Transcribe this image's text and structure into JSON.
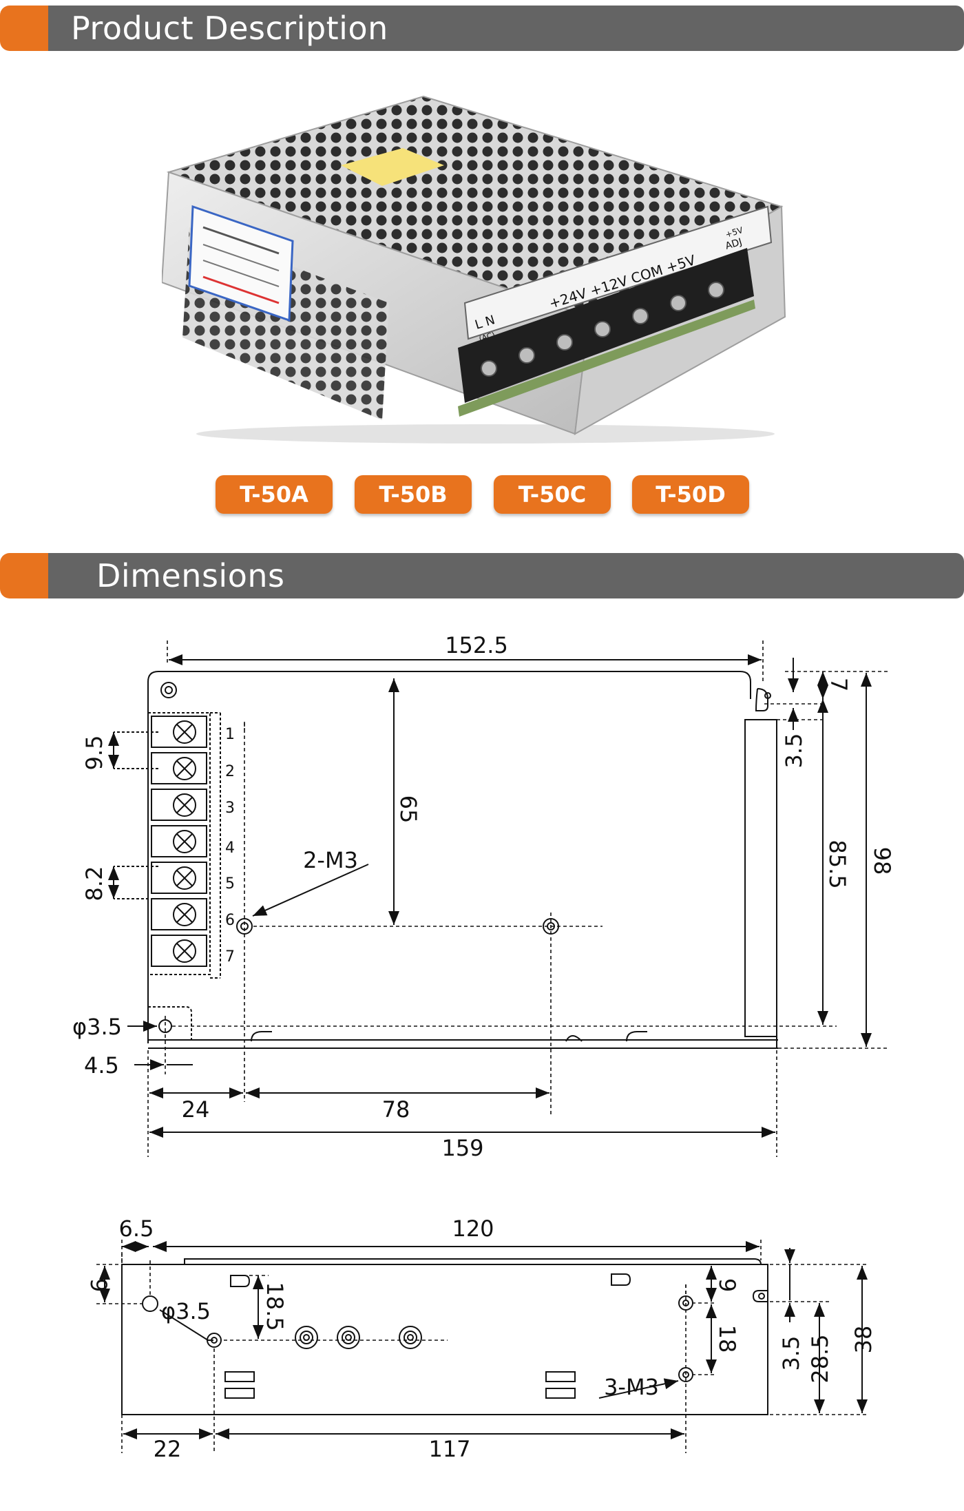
{
  "sections": {
    "product": {
      "title": "Product Description"
    },
    "dimensions": {
      "title": "Dimensions"
    }
  },
  "product_photo": {
    "label_lines": [
      "L N",
      "(AC)",
      "+24V +12V COM +5V",
      "+5V",
      "ADJ"
    ]
  },
  "models": [
    "T-50A",
    "T-50B",
    "T-50C",
    "T-50D"
  ],
  "colors": {
    "accent": "#e8731e",
    "bar_grey": "#646464"
  },
  "top_drawing": {
    "dims": {
      "overall_width": "152.5",
      "vertical_65": "65",
      "pitch_a": "9.5",
      "pitch_b": "8.2",
      "screw_label": "2-M3",
      "hole_dia": "φ3.5",
      "offset_small": "4.5",
      "offset_24": "24",
      "spacing_78": "78",
      "length_159": "159",
      "right_7": "7",
      "right_3_5": "3.5",
      "right_85_5": "85.5",
      "right_98": "98"
    },
    "terminal_numbers": [
      "1",
      "2",
      "3",
      "4",
      "5",
      "6",
      "7"
    ]
  },
  "bottom_drawing": {
    "dims": {
      "left_6_5": "6.5",
      "width_120": "120",
      "left_9": "9",
      "hole_dia": "φ3.5",
      "depth_18_5": "18.5",
      "right_9": "9",
      "right_18": "18",
      "screw_label": "3-M3",
      "right_3_5": "3.5",
      "right_28_5": "28.5",
      "height_38": "38",
      "bottom_22": "22",
      "bottom_117": "117"
    }
  }
}
